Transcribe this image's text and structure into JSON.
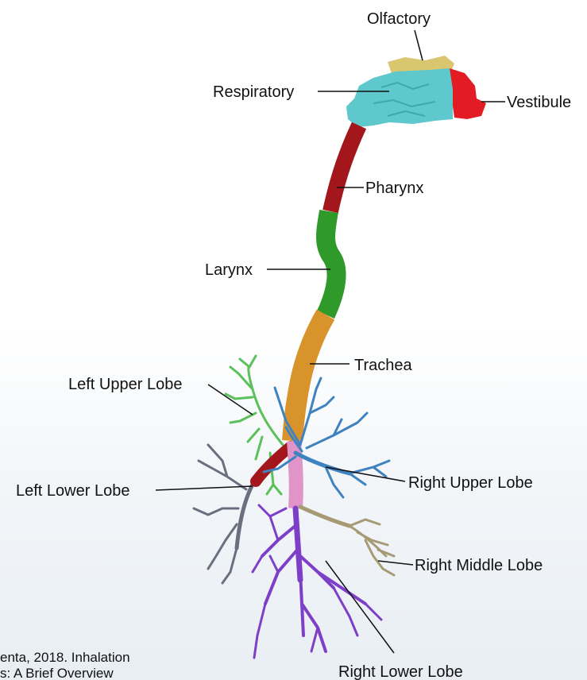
{
  "labels": {
    "olfactory": "Olfactory",
    "respiratory": "Respiratory",
    "vestibule": "Vestibule",
    "pharynx": "Pharynx",
    "larynx": "Larynx",
    "trachea": "Trachea",
    "left_upper_lobe": "Left Upper Lobe",
    "left_lower_lobe": "Left Lower Lobe",
    "right_upper_lobe": "Right Upper Lobe",
    "right_middle_lobe": "Right Middle Lobe",
    "right_lower_lobe": "Right Lower Lobe"
  },
  "citation": {
    "line1": "enta, 2018. Inhalation",
    "line2": "s: A Brief Overview"
  },
  "colors": {
    "olfactory": "#d9c66e",
    "respiratory": "#5fc8cc",
    "vestibule": "#e31b23",
    "pharynx": "#a3171c",
    "larynx": "#2f9a2a",
    "trachea": "#d9932b",
    "left_upper_lobe": "#5cc05c",
    "left_lower_lobe": "#6a6f80",
    "right_upper_lobe": "#3f82c0",
    "right_middle_lobe": "#a59a74",
    "right_lower_lobe": "#7e3fc8",
    "carina": "#e094c8"
  }
}
